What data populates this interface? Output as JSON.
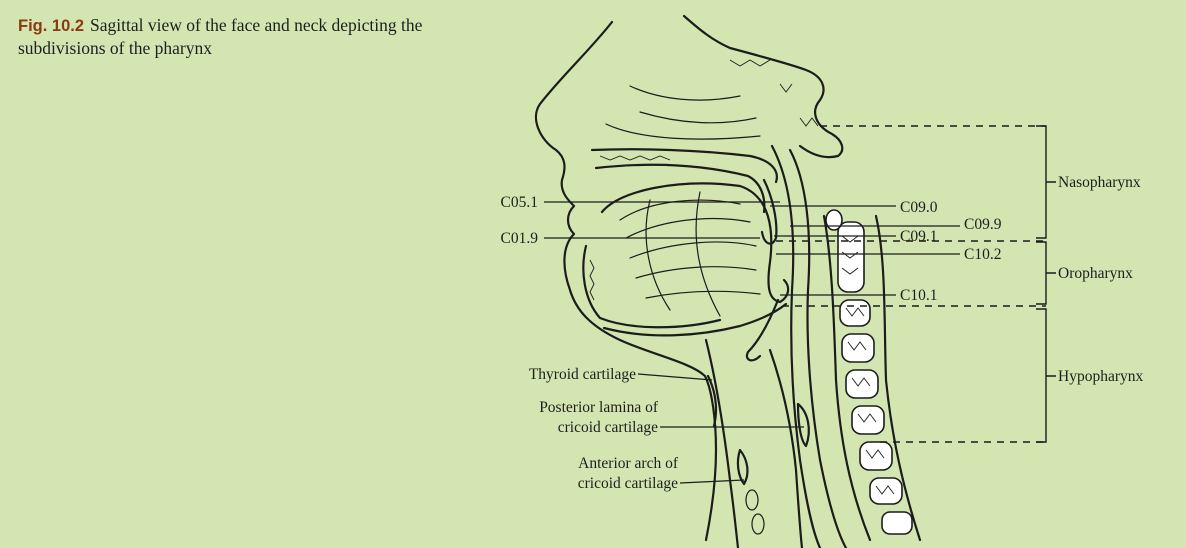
{
  "caption": {
    "fig_label": "Fig. 10.2",
    "text": "Sagittal view of the face and neck depicting the subdivisions of the pharynx"
  },
  "labels": {
    "c05_1": "C05.1",
    "c01_9": "C01.9",
    "c09_0": "C09.0",
    "c09_9": "C09.9",
    "c09_1": "C09.1",
    "c10_2": "C10.2",
    "c10_1": "C10.1",
    "nasopharynx": "Nasopharynx",
    "oropharynx": "Oropharynx",
    "hypopharynx": "Hypopharynx",
    "thyroid_cartilage": "Thyroid cartilage",
    "posterior_lamina_1": "Posterior lamina of",
    "posterior_lamina_2": "cricoid cartilage",
    "anterior_arch_1": "Anterior arch of",
    "anterior_arch_2": "cricoid cartilage"
  }
}
